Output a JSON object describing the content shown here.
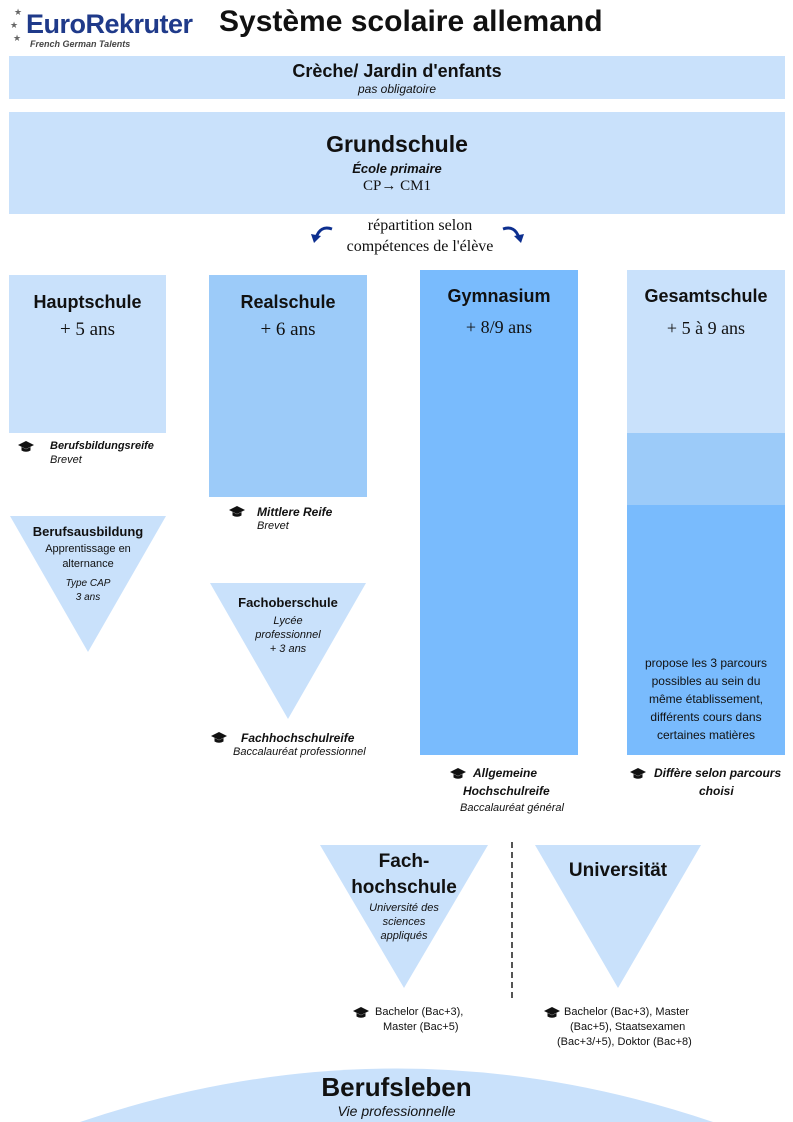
{
  "logo": {
    "text_a": "Euro",
    "text_b": "Rekruter",
    "tagline": "French German Talents",
    "icon": "stars-circle-icon"
  },
  "page_title": "Système scolaire allemand",
  "creche": {
    "title": "Crèche/ Jardin d'enfants",
    "note": "pas obligatoire"
  },
  "grundschule": {
    "title": "Grundschule",
    "subtitle": "École primaire",
    "levels": "CP→ CM1"
  },
  "repartition": {
    "line1": "répartition selon",
    "line2": "compétences de l'élève",
    "icon": "curved-arrow-icon"
  },
  "hauptschule": {
    "title": "Hauptschule",
    "duration": "+ 5 ans",
    "diploma": "Berufsbildungsreife",
    "diploma_fr": "Brevet"
  },
  "berufsausbildung": {
    "title": "Berufsausbildung",
    "line1": "Apprentissage en",
    "line2": "alternance",
    "note1": "Type CAP",
    "note2": "3 ans"
  },
  "realschule": {
    "title": "Realschule",
    "duration": "+ 6 ans",
    "diploma": "Mittlere Reife",
    "diploma_fr": "Brevet"
  },
  "fachoberschule": {
    "title": "Fachoberschule",
    "line1": "Lycée",
    "line2": "professionnel",
    "line3": "+ 3 ans",
    "diploma": "Fachhochschulreife",
    "diploma_fr": "Baccalauréat professionnel"
  },
  "gymnasium": {
    "title": "Gymnasium",
    "duration": "+ 8/9 ans",
    "diploma_line1": "Allgemeine",
    "diploma_line2": "Hochschulreife",
    "diploma_fr": "Baccalauréat général"
  },
  "gesamtschule": {
    "title": "Gesamtschule",
    "duration": "+ 5 à 9 ans",
    "description": [
      "propose les 3 parcours",
      "possibles au sein du",
      "même établissement,",
      "différents cours dans",
      "certaines matières"
    ],
    "diploma_line1": "Diffère selon parcours",
    "diploma_line2": "choisi"
  },
  "fachhochschule": {
    "title_line1": "Fach-",
    "title_line2": "hochschule",
    "line1": "Université des",
    "line2": "sciences",
    "line3": "appliqués",
    "diploma_line1": "Bachelor (Bac+3),",
    "diploma_line2": "Master (Bac+5)"
  },
  "universitaet": {
    "title": "Universität",
    "diploma_line1": "Bachelor (Bac+3), Master",
    "diploma_line2": "(Bac+5), Staatsexamen",
    "diploma_line3": "(Bac+3/+5), Doktor (Bac+8)"
  },
  "berufsleben": {
    "title": "Berufsleben",
    "subtitle": "Vie professionnelle"
  },
  "icons": {
    "diploma": "graduation-cap-icon"
  },
  "colors": {
    "light_blue": "#c9e1fb",
    "mid_blue": "#9ccbf9",
    "strong_blue": "#79bbfd",
    "logo_blue": "#1f3a8a",
    "arrow_blue": "#0d2f8f"
  }
}
